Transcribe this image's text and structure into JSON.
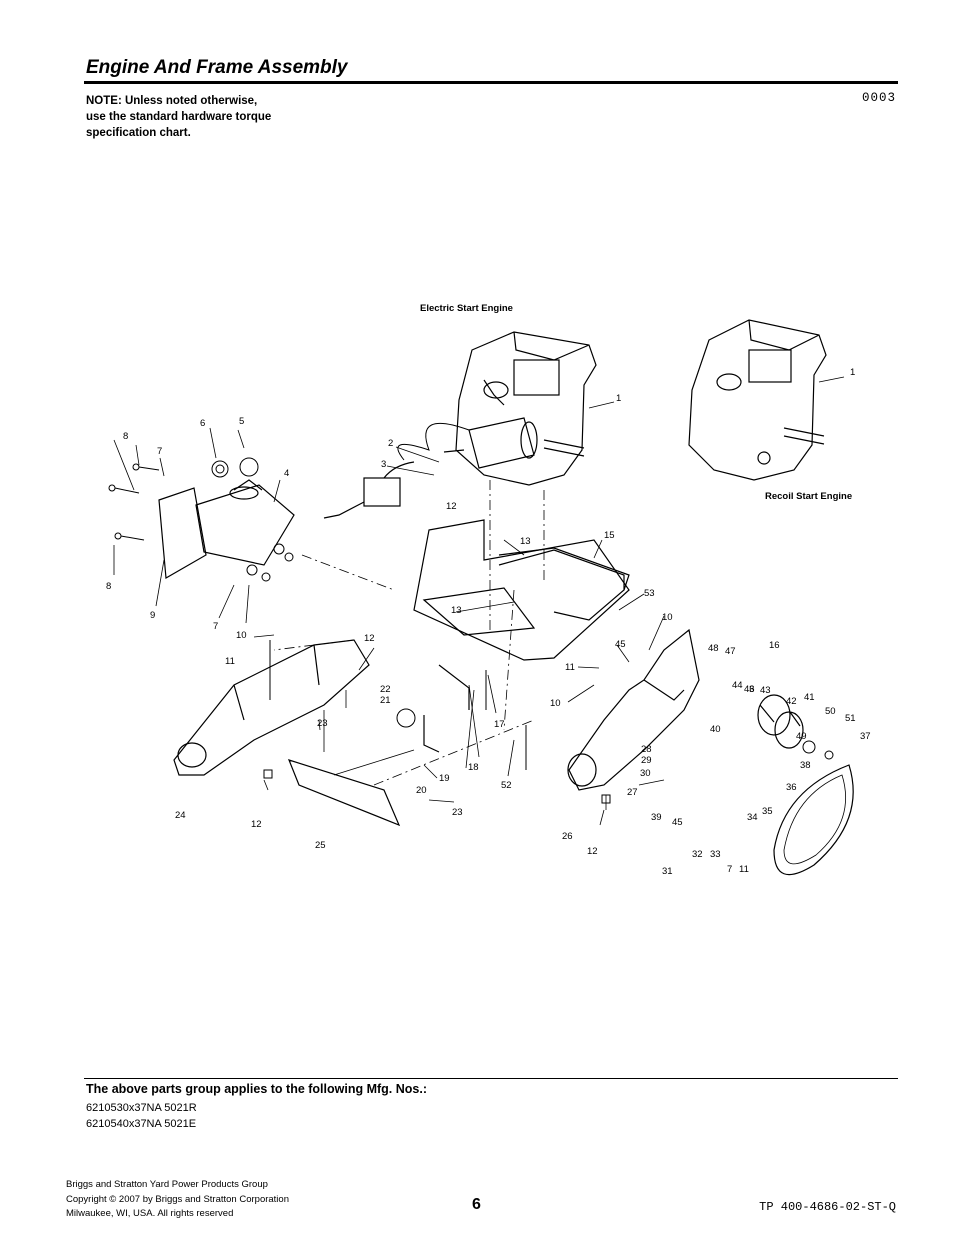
{
  "header": {
    "title": "Engine And Frame Assembly",
    "note_lines": [
      "NOTE: Unless noted otherwise,",
      "use the standard hardware torque",
      "specification chart."
    ],
    "ref_code": "0003"
  },
  "diagram": {
    "captions": {
      "electric": "Electric Start Engine",
      "recoil": "Recoil Start Engine"
    },
    "callouts": [
      "1",
      "1",
      "2",
      "3",
      "4",
      "5",
      "6",
      "7",
      "7",
      "8",
      "8",
      "9",
      "10",
      "10",
      "10",
      "11",
      "11",
      "11",
      "12",
      "12",
      "12",
      "12",
      "13",
      "13",
      "15",
      "16",
      "17",
      "18",
      "19",
      "20",
      "21",
      "22",
      "23",
      "23",
      "24",
      "25",
      "26",
      "27",
      "28",
      "29",
      "30",
      "31",
      "32",
      "33",
      "34",
      "35",
      "36",
      "37",
      "38",
      "39",
      "40",
      "41",
      "42",
      "43",
      "44",
      "45",
      "45",
      "46",
      "47",
      "48",
      "49",
      "50",
      "51",
      "52",
      "53",
      "3",
      "7"
    ]
  },
  "applies": {
    "heading": "The above parts group applies to the following Mfg. Nos.:",
    "mfg_numbers": [
      "6210530x37NA 5021R",
      "6210540x37NA 5021E"
    ]
  },
  "footer": {
    "company_lines": [
      "Briggs and Stratton Yard Power Products Group",
      "Copyright ©  2007 by Briggs and Stratton Corporation",
      "Milwaukee, WI, USA. All rights reserved"
    ],
    "page_number": "6",
    "doc_code": "TP 400-4686-02-ST-Q"
  }
}
